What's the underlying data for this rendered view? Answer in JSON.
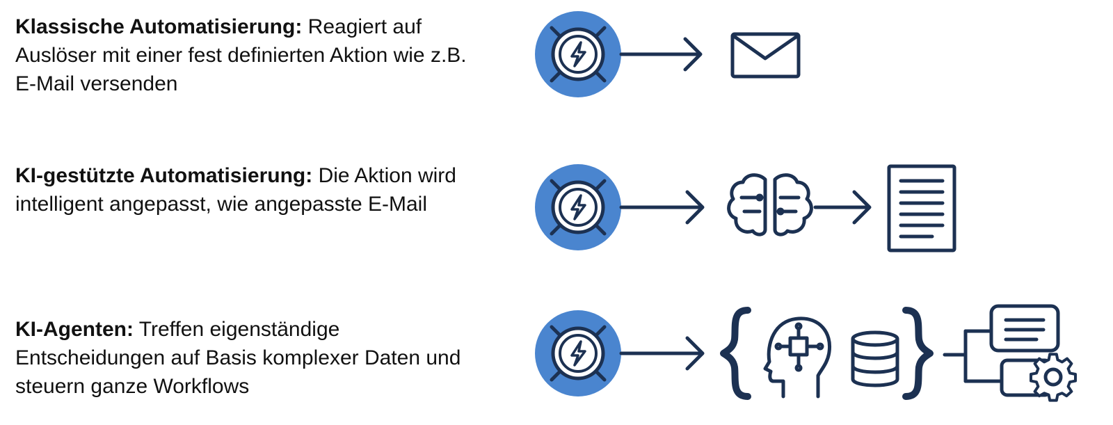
{
  "rows": [
    {
      "term": "Klassische Automatisierung:",
      "text": " Reagiert auf Auslöser mit einer fest definierten Aktion wie z.B. E-Mail versenden"
    },
    {
      "term": "KI-gestützte Automatisierung:",
      "text": " Die Aktion wird intelligent angepasst, wie angepasste E-Mail"
    },
    {
      "term": "KI-Agenten:",
      "text": " Treffen eigenständige Entscheidungen auf Basis komplexer Daten und steuern ganze Workflows"
    }
  ],
  "colors": {
    "accent": "#4a85cf",
    "stroke": "#1c3152",
    "text": "#111111"
  },
  "icons": [
    "trigger-icon",
    "arrow-icon",
    "mail-icon",
    "brain-icon",
    "document-icon",
    "bracket-icon",
    "ai-head-icon",
    "database-icon",
    "workflow-icon",
    "gear-icon"
  ]
}
